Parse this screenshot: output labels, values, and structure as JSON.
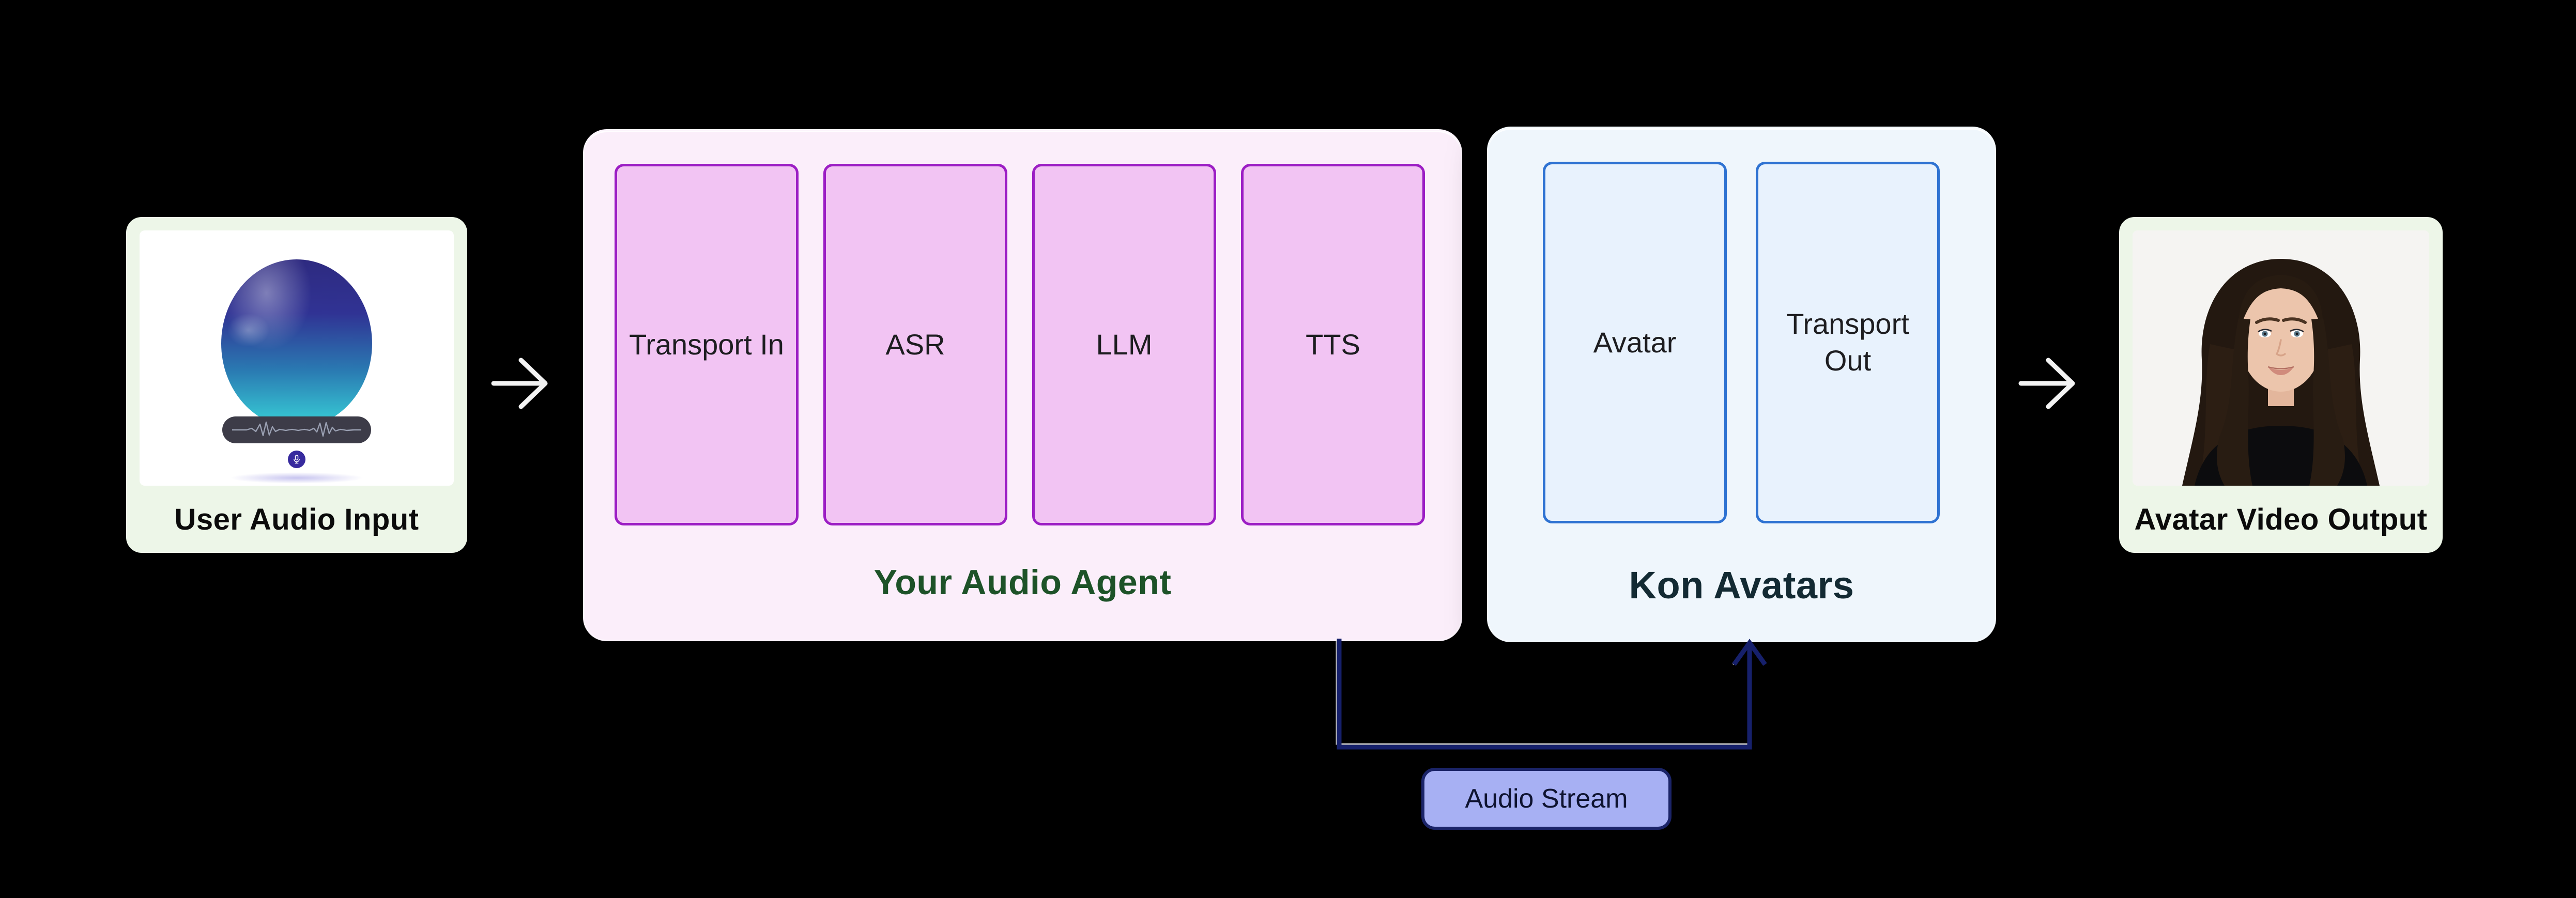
{
  "diagram": {
    "input_card": {
      "label": "User Audio Input"
    },
    "audio_agent": {
      "title": "Your Audio Agent",
      "modules": [
        {
          "label": "Transport In"
        },
        {
          "label": "ASR"
        },
        {
          "label": "LLM"
        },
        {
          "label": "TTS"
        }
      ]
    },
    "kon_avatars": {
      "title": "Kon Avatars",
      "modules": [
        {
          "label": "Avatar"
        },
        {
          "label": "Transport Out"
        }
      ]
    },
    "output_card": {
      "label": "Avatar Video Output"
    },
    "audio_stream": {
      "label": "Audio Stream"
    }
  },
  "icons": {
    "mic": "mic-icon",
    "waveform": "waveform-icon",
    "arrow_right": "arrow-right-icon",
    "arrow_up_connector": "audio-stream-arrow-icon"
  },
  "colors": {
    "background": "#000000",
    "end_card_bg": "#edf6e8",
    "agent_panel_bg": "#fbeefa",
    "agent_module_fill": "#f2c4f3",
    "agent_module_border": "#9c1ec4",
    "agent_title_text": "#1d5228",
    "avatars_panel_bg": "#eff6fc",
    "avatars_module_fill": "#e8f2fd",
    "avatars_module_border": "#2e72d2",
    "avatars_title_text": "#132a33",
    "connector_line": "#16206b",
    "badge_fill": "#a7b0f3",
    "badge_border": "#1b2468",
    "flow_arrow": "#f3f3f3",
    "orb_top": "#2e2a80",
    "orb_bottom": "#38d2d8"
  }
}
